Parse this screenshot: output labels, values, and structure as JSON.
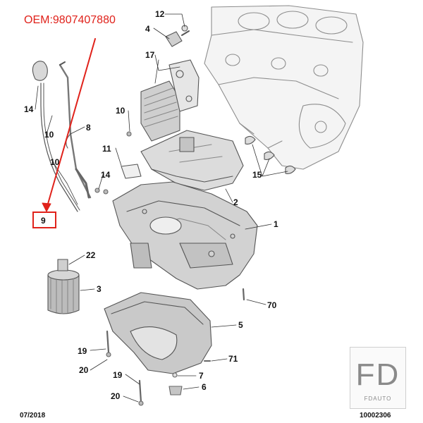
{
  "oem_label": "OEM:9807407880",
  "logo": {
    "mark": "FD",
    "sub": "FDAUTO"
  },
  "footer": {
    "date": "07/2018",
    "reference": "10002306"
  },
  "highlight_color": "#e0221b",
  "callouts": {
    "c12": "12",
    "c4": "4",
    "c17": "17",
    "c14a": "14",
    "c10a": "10",
    "c8": "8",
    "c10b": "10",
    "c11": "11",
    "c10c": "10",
    "c14b": "14",
    "c15": "15",
    "c2": "2",
    "c9": "9",
    "c1": "1",
    "c22": "22",
    "c3": "3",
    "c70": "70",
    "c5": "5",
    "c19a": "19",
    "c20a": "20",
    "c71": "71",
    "c7": "7",
    "c19b": "19",
    "c6": "6",
    "c20b": "20"
  }
}
